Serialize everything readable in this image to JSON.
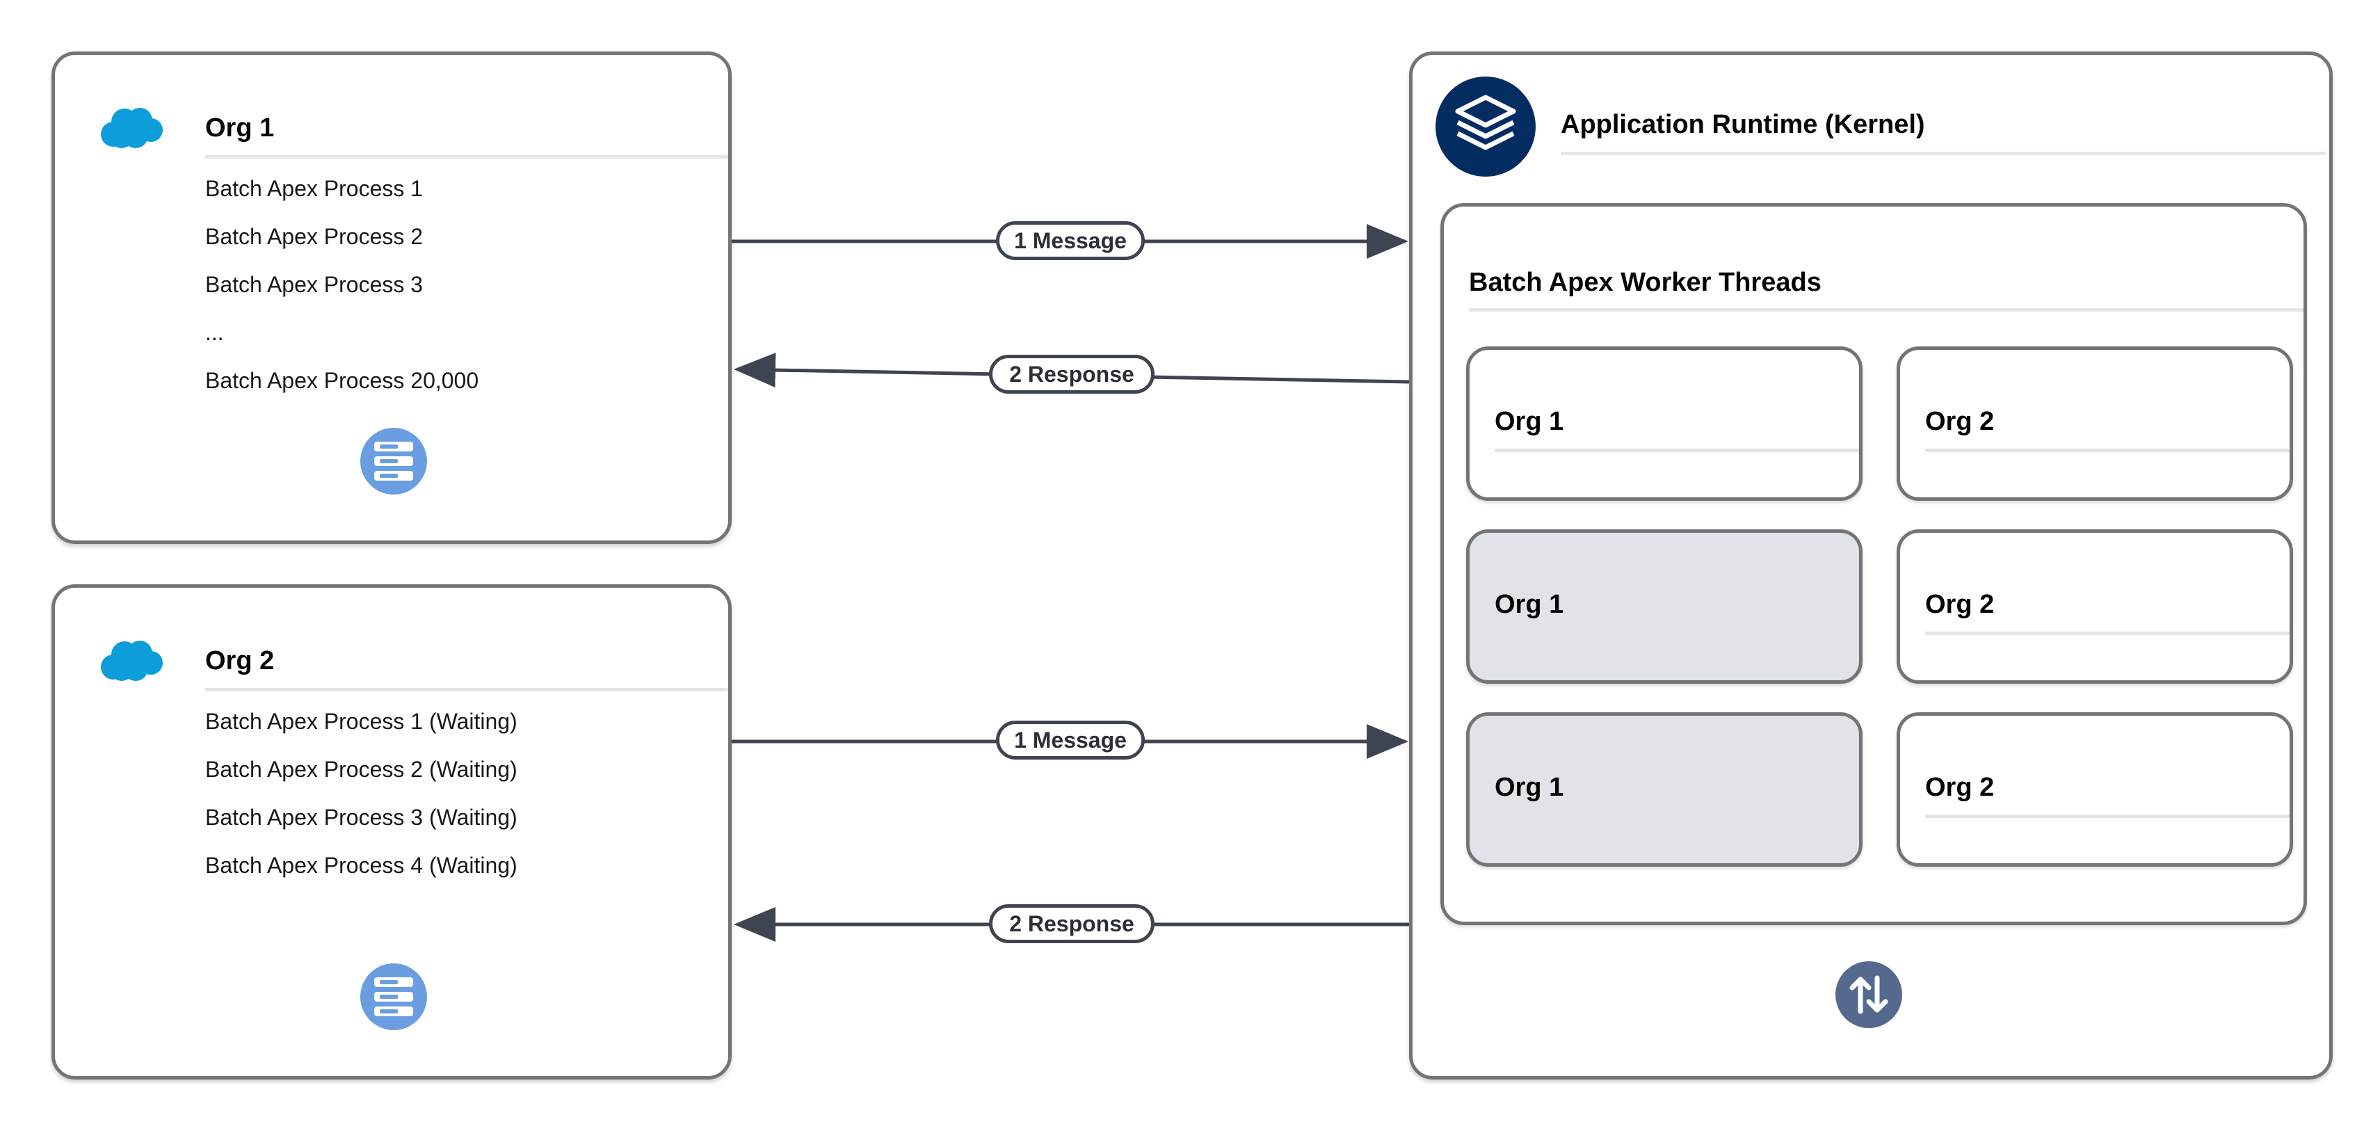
{
  "colors": {
    "panel_border": "#747474",
    "connector": "#3e4450",
    "salesforce_blue": "#0d9dda",
    "database_icon": "#6a9ee0",
    "kernel_icon": "#032d60",
    "swap_icon": "#54698d",
    "busy_thread_fill": "#e0e3e7"
  },
  "orgs": [
    {
      "title": "Org 1",
      "icon": "salesforce-cloud-icon",
      "processes": [
        "Batch Apex Process 1",
        "Batch Apex Process 2",
        "Batch Apex Process 3",
        "...",
        "Batch Apex Process 20,000"
      ],
      "footer_icon": "database-icon"
    },
    {
      "title": "Org 2",
      "icon": "salesforce-cloud-icon",
      "processes": [
        "Batch Apex Process 1 (Waiting)",
        "Batch Apex Process 2 (Waiting)",
        "Batch Apex Process 3 (Waiting)",
        "Batch Apex Process 4 (Waiting)"
      ],
      "footer_icon": "database-icon"
    }
  ],
  "runtime": {
    "title": "Application Runtime (Kernel)",
    "icon": "stacked-layers-icon",
    "worker_threads": {
      "title": "Batch Apex Worker Threads",
      "threads": [
        {
          "label": "Org 1",
          "state": "idle"
        },
        {
          "label": "Org 2",
          "state": "idle"
        },
        {
          "label": "Org 1",
          "state": "busy"
        },
        {
          "label": "Org 2",
          "state": "idle"
        },
        {
          "label": "Org 1",
          "state": "busy"
        },
        {
          "label": "Org 2",
          "state": "idle"
        }
      ]
    },
    "footer_icon": "swap-arrows-icon"
  },
  "connectors": [
    {
      "label": "1 Message",
      "from": "Org 1",
      "to": "Application Runtime (Kernel)"
    },
    {
      "label": "2 Response",
      "from": "Application Runtime (Kernel)",
      "to": "Org 1"
    },
    {
      "label": "1 Message",
      "from": "Org 2",
      "to": "Application Runtime (Kernel)"
    },
    {
      "label": "2 Response",
      "from": "Application Runtime (Kernel)",
      "to": "Org 2"
    }
  ]
}
